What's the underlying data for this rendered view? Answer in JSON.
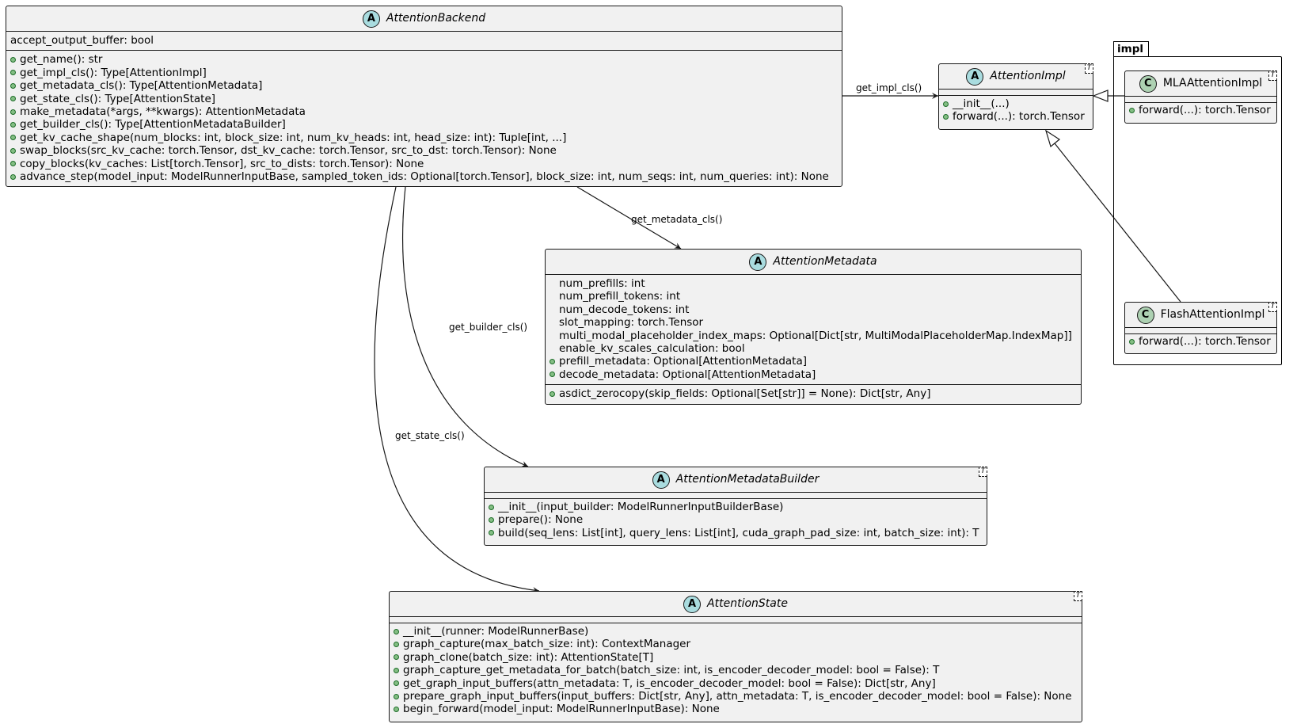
{
  "package": {
    "name": "impl"
  },
  "classes": {
    "attention_backend": {
      "stereotype": "A",
      "name": "AttentionBackend",
      "fields": [
        "accept_output_buffer: bool"
      ],
      "methods": [
        "get_name(): str",
        "get_impl_cls(): Type[AttentionImpl]",
        "get_metadata_cls(): Type[AttentionMetadata]",
        "get_state_cls(): Type[AttentionState]",
        "make_metadata(*args, **kwargs): AttentionMetadata",
        "get_builder_cls(): Type[AttentionMetadataBuilder]",
        "get_kv_cache_shape(num_blocks: int, block_size: int, num_kv_heads: int, head_size: int): Tuple[int, ...]",
        "swap_blocks(src_kv_cache: torch.Tensor, dst_kv_cache: torch.Tensor, src_to_dst: torch.Tensor): None",
        "copy_blocks(kv_caches: List[torch.Tensor], src_to_dists: torch.Tensor): None",
        "advance_step(model_input: ModelRunnerInputBase, sampled_token_ids: Optional[torch.Tensor], block_size: int, num_seqs: int, num_queries: int): None"
      ]
    },
    "attention_impl": {
      "stereotype": "A",
      "name": "AttentionImpl",
      "type_param": "T",
      "methods": [
        "__init__(...)",
        "forward(...): torch.Tensor"
      ]
    },
    "mla_attention_impl": {
      "stereotype": "C",
      "name": "MLAAttentionImpl",
      "type_param": "T",
      "methods": [
        "forward(...): torch.Tensor"
      ]
    },
    "flash_attention_impl": {
      "stereotype": "C",
      "name": "FlashAttentionImpl",
      "type_param": "T",
      "methods": [
        "forward(...): torch.Tensor"
      ]
    },
    "attention_metadata": {
      "stereotype": "A",
      "name": "AttentionMetadata",
      "fields": [
        {
          "text": "num_prefills: int",
          "public": false
        },
        {
          "text": "num_prefill_tokens: int",
          "public": false
        },
        {
          "text": "num_decode_tokens: int",
          "public": false
        },
        {
          "text": "slot_mapping: torch.Tensor",
          "public": false
        },
        {
          "text": "multi_modal_placeholder_index_maps: Optional[Dict[str, MultiModalPlaceholderMap.IndexMap]]",
          "public": false
        },
        {
          "text": "enable_kv_scales_calculation: bool",
          "public": false
        },
        {
          "text": "prefill_metadata: Optional[AttentionMetadata]",
          "public": true
        },
        {
          "text": "decode_metadata: Optional[AttentionMetadata]",
          "public": true
        }
      ],
      "methods": [
        "asdict_zerocopy(skip_fields: Optional[Set[str]] = None): Dict[str, Any]"
      ]
    },
    "attention_metadata_builder": {
      "stereotype": "A",
      "name": "AttentionMetadataBuilder",
      "type_param": "T",
      "methods": [
        "__init__(input_builder: ModelRunnerInputBuilderBase)",
        "prepare(): None",
        "build(seq_lens: List[int], query_lens: List[int], cuda_graph_pad_size: int, batch_size: int): T"
      ]
    },
    "attention_state": {
      "stereotype": "A",
      "name": "AttentionState",
      "type_param": "T",
      "methods": [
        "__init__(runner: ModelRunnerBase)",
        "graph_capture(max_batch_size: int): ContextManager",
        "graph_clone(batch_size: int): AttentionState[T]",
        "graph_capture_get_metadata_for_batch(batch_size: int, is_encoder_decoder_model: bool = False): T",
        "get_graph_input_buffers(attn_metadata: T, is_encoder_decoder_model: bool = False): Dict[str, Any]",
        "prepare_graph_input_buffers(input_buffers: Dict[str, Any], attn_metadata: T, is_encoder_decoder_model: bool = False): None",
        "begin_forward(model_input: ModelRunnerInputBase): None"
      ]
    }
  },
  "relations": {
    "get_impl_cls": "get_impl_cls()",
    "get_metadata_cls": "get_metadata_cls()",
    "get_builder_cls": "get_builder_cls()",
    "get_state_cls": "get_state_cls()"
  }
}
